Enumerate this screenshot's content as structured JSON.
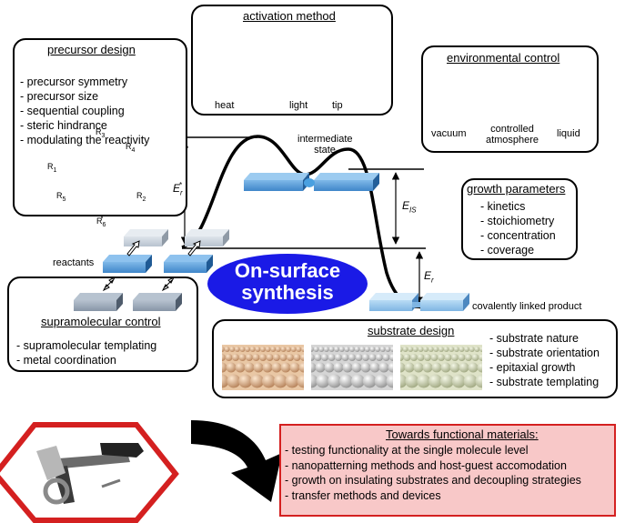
{
  "activation": {
    "title": "activation method",
    "items": [
      "heat",
      "light",
      "tip"
    ]
  },
  "precursor": {
    "title": "precursor design",
    "items": [
      "- precursor symmetry",
      "- precursor size",
      "- sequential coupling",
      "- steric hindrance",
      "- modulating the reactivity"
    ],
    "molecule_labels": [
      "R1",
      "R2",
      "R3",
      "R4",
      "R5",
      "R6"
    ]
  },
  "environment": {
    "title": "environmental control",
    "items": [
      "vacuum",
      "controlled atmosphere",
      "liquid"
    ]
  },
  "growth": {
    "title": "growth parameters",
    "items": [
      "- kinetics",
      "- stoichiometry",
      "- concentration",
      "- coverage"
    ]
  },
  "energy": {
    "intermediate": "intermediate state",
    "ea_symbol": "E",
    "ea_sub": "r",
    "ea_sup": "*",
    "eis_symbol": "E",
    "eis_sub": "IS",
    "er_symbol": "E",
    "er_sub": "r",
    "reactants": "reactants",
    "product": "covalently linked product"
  },
  "center": {
    "line1": "On-surface",
    "line2": "synthesis",
    "color": "#1a1ae6"
  },
  "supramolecular": {
    "title": "supramolecular control",
    "items": [
      "- supramolecular templating",
      "- metal coordination"
    ]
  },
  "substrate": {
    "title": "substrate design",
    "items": [
      "- substrate nature",
      "- substrate orientation",
      "- epitaxial growth",
      "- substrate templating"
    ]
  },
  "towards": {
    "title": "Towards functional materials:",
    "items": [
      "- testing functionality at the single molecule level",
      "- nanopatterning methods and host-guest accomodation",
      "- growth on insulating substrates and decoupling strategies",
      "- transfer methods and devices"
    ],
    "bg": "#f8c8c8",
    "border": "#d42020"
  }
}
